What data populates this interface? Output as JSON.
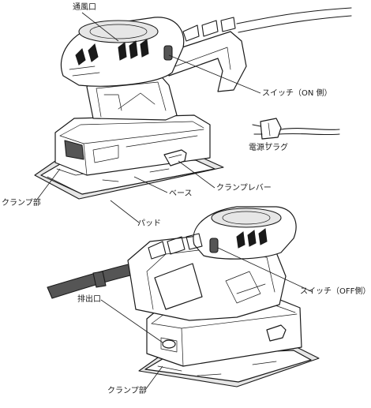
{
  "labels": {
    "vent": "通風口",
    "switch_on": "スイッチ（ON 側）",
    "power_plug": "電源プラグ",
    "clamp_lever": "クランプレバー",
    "base": "ベース",
    "clamp_top": "クランプ部",
    "pad": "パッド",
    "switch_off": "スイッチ（OFF側）",
    "exhaust": "排出口",
    "clamp_bottom": "クランプ部"
  }
}
